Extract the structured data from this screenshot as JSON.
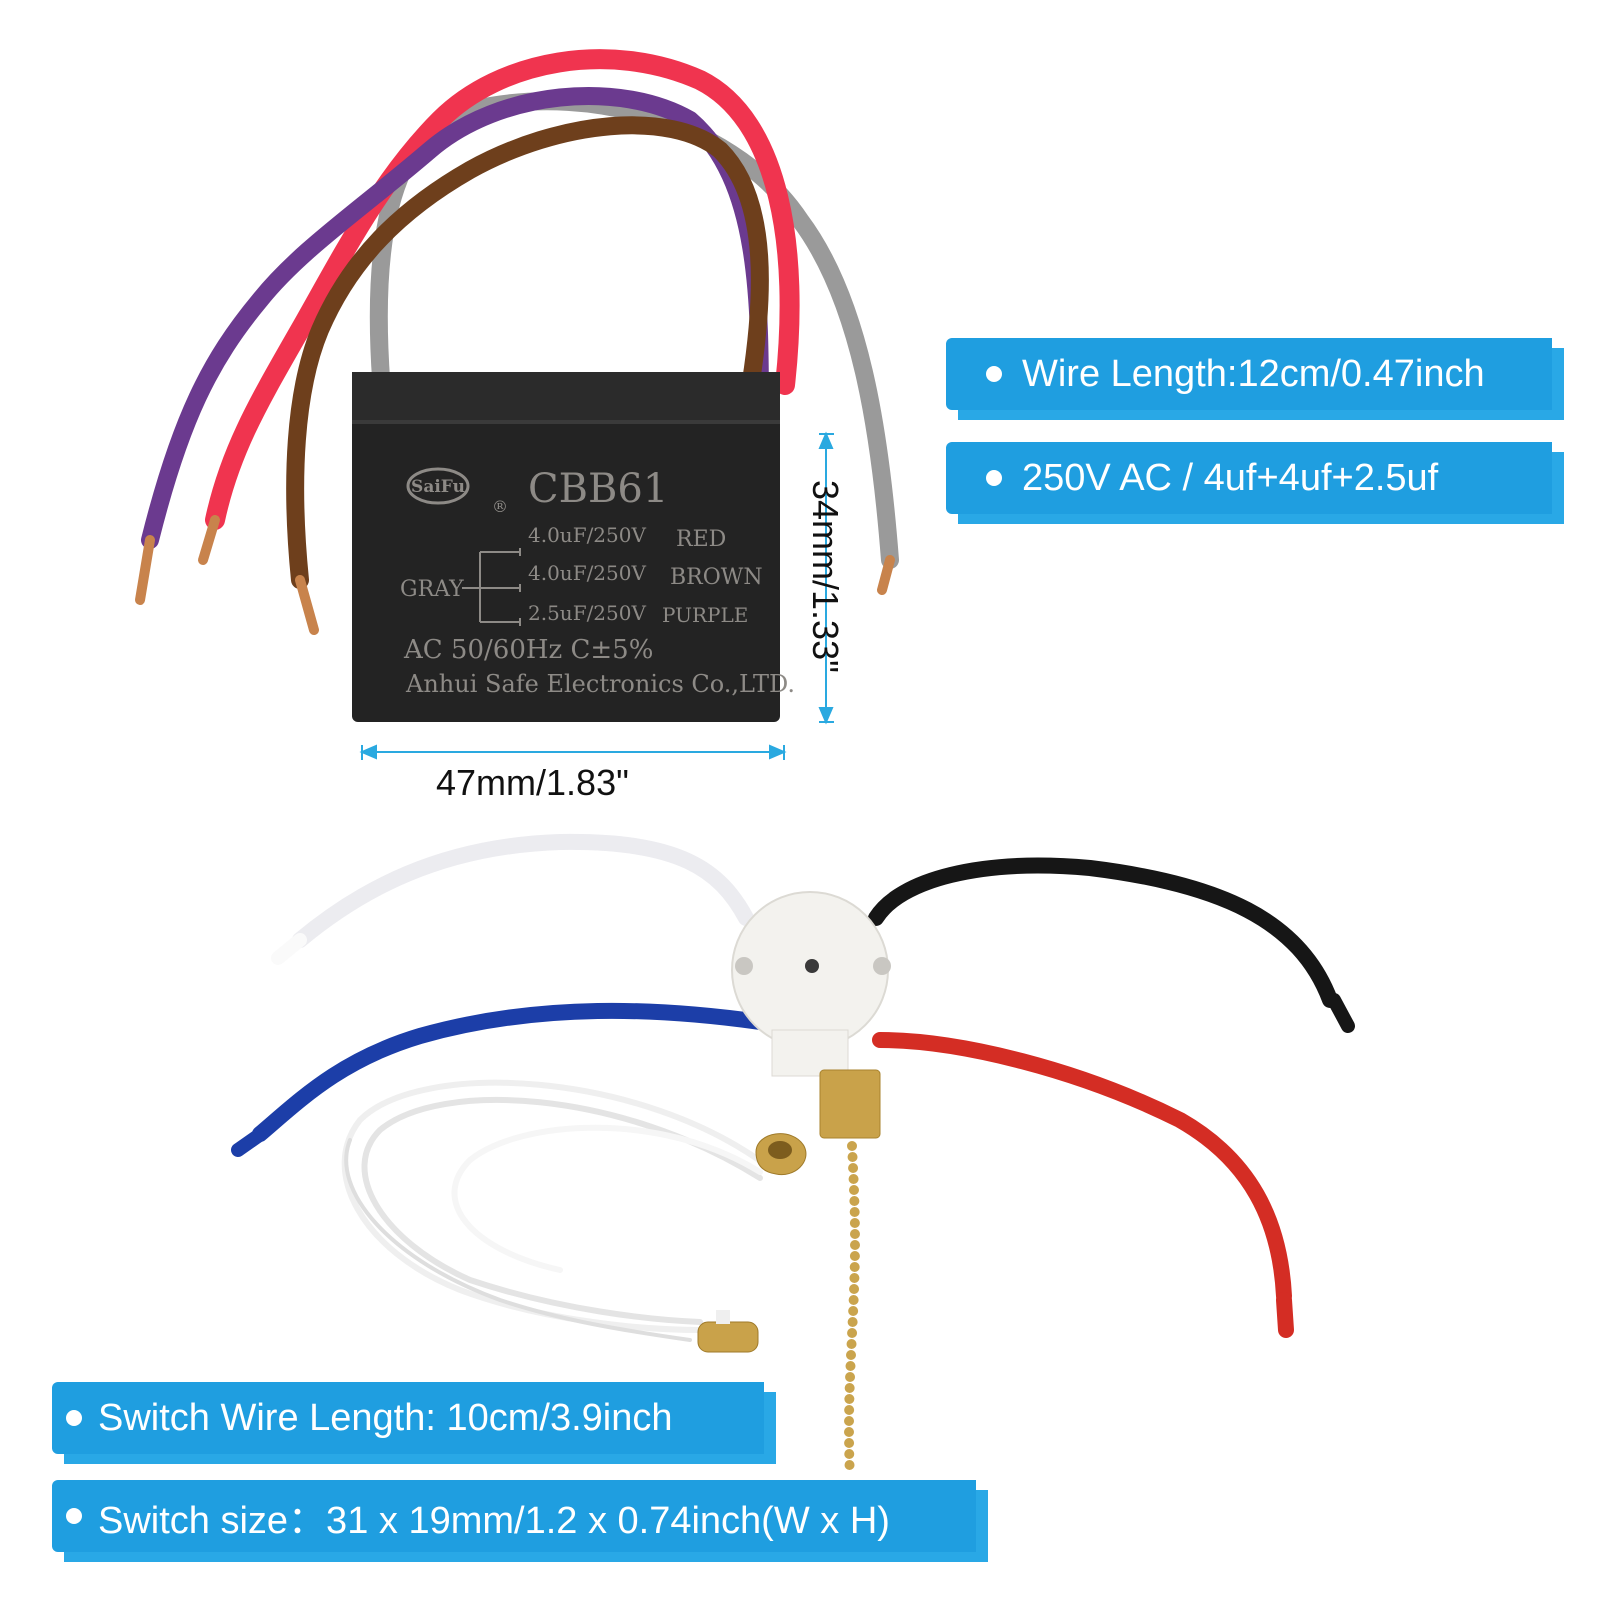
{
  "capacitor": {
    "logo": "SaiFu",
    "registered_mark": "®",
    "model": "CBB61",
    "ratings": [
      "4.0uF/250V",
      "4.0uF/250V",
      "2.5uF/250V"
    ],
    "wire_colors_printed": [
      "RED",
      "BROWN",
      "PURPLE"
    ],
    "common_wire": "GRAY",
    "spec_line": "AC 50/60Hz C±5%",
    "manufacturer": "Anhui Safe Electronics Co.,LTD."
  },
  "dimensions": {
    "width_label": "47mm/1.83\"",
    "height_label": "34mm/1.33\""
  },
  "specs": {
    "wire_length": "Wire Length:12cm/0.47inch",
    "rating": "250V AC / 4uf+4uf+2.5uf",
    "switch_wire_length": "Switch Wire Length: 10cm/3.9inch",
    "switch_size": "Switch size：31 x 19mm/1.2 x 0.74inch(W x H)"
  },
  "colors": {
    "banner_blue": "#1f9ee0",
    "dimension_line": "#2aa9e0",
    "capacitor_body": "#232323",
    "wire_red": "#f0344f",
    "wire_gray": "#9a9a9a",
    "wire_purple": "#6b3a8f",
    "wire_brown": "#6e3f1c",
    "switch_wire_white": "#f4f4f6",
    "switch_wire_black": "#161616",
    "switch_wire_blue": "#1c3ea8",
    "switch_wire_red": "#d42d24",
    "brass": "#c9a24a"
  }
}
